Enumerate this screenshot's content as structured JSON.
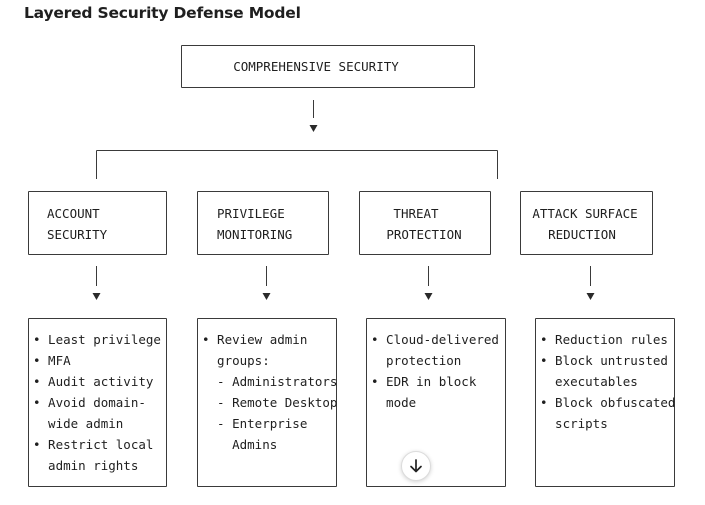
{
  "title": "Layered Security Defense Model",
  "root": {
    "label": "COMPREHENSIVE SECURITY"
  },
  "categories": [
    {
      "header": [
        "ACCOUNT",
        "SECURITY"
      ],
      "items": [
        "• Least privilege",
        "• MFA",
        "• Audit activity",
        "• Avoid domain-",
        "  wide admin",
        "• Restrict local",
        "  admin rights"
      ]
    },
    {
      "header": [
        "PRIVILEGE",
        "MONITORING"
      ],
      "items": [
        "• Review admin",
        "  groups:",
        "  - Administrators",
        "  - Remote Desktop",
        "  - Enterprise",
        "    Admins"
      ]
    },
    {
      "header": [
        "THREAT",
        "PROTECTION"
      ],
      "items": [
        "• Cloud-delivered",
        "  protection",
        "• EDR in block",
        "  mode"
      ]
    },
    {
      "header": [
        "ATTACK SURFACE",
        "REDUCTION"
      ],
      "items": [
        "• Reduction rules",
        "• Block untrusted",
        "  executables",
        "• Block obfuscated",
        "  scripts"
      ]
    }
  ],
  "icons": {
    "scroll_down": "arrow-down-icon"
  }
}
